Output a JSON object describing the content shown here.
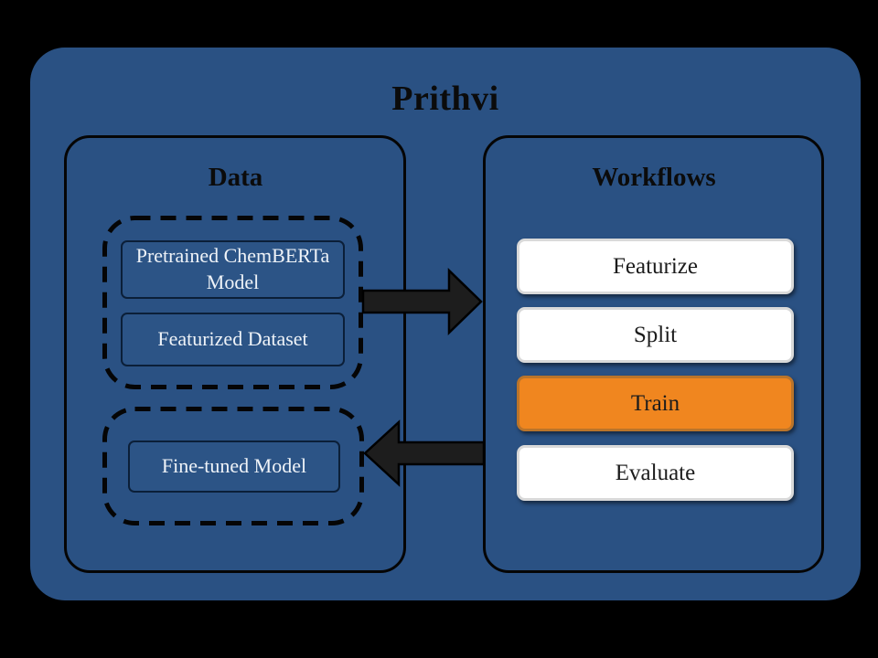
{
  "title": "Prithvi",
  "panels": {
    "data": {
      "heading": "Data",
      "nodes": [
        {
          "label": "Pretrained ChemBERTa Model"
        },
        {
          "label": "Featurized Dataset"
        },
        {
          "label": "Fine-tuned Model"
        }
      ]
    },
    "workflows": {
      "heading": "Workflows",
      "buttons": [
        {
          "label": "Featurize",
          "state": "default"
        },
        {
          "label": "Split",
          "state": "default"
        },
        {
          "label": "Train",
          "state": "highlighted"
        },
        {
          "label": "Evaluate",
          "state": "default"
        }
      ]
    }
  },
  "arrows": [
    {
      "name": "data-to-workflows",
      "direction": "right"
    },
    {
      "name": "workflows-to-data",
      "direction": "left"
    }
  ],
  "colors": {
    "background": "#000000",
    "container_blue": "#2A5183",
    "node_border": "#0B1F38",
    "node_text": "#EFF3F8",
    "button_white": "#FFFFFF",
    "button_border_gray": "#D9D9D9",
    "highlight_orange": "#F0861F",
    "highlight_orange_border": "#BA742A",
    "arrow_dark": "#1D1D1D"
  }
}
